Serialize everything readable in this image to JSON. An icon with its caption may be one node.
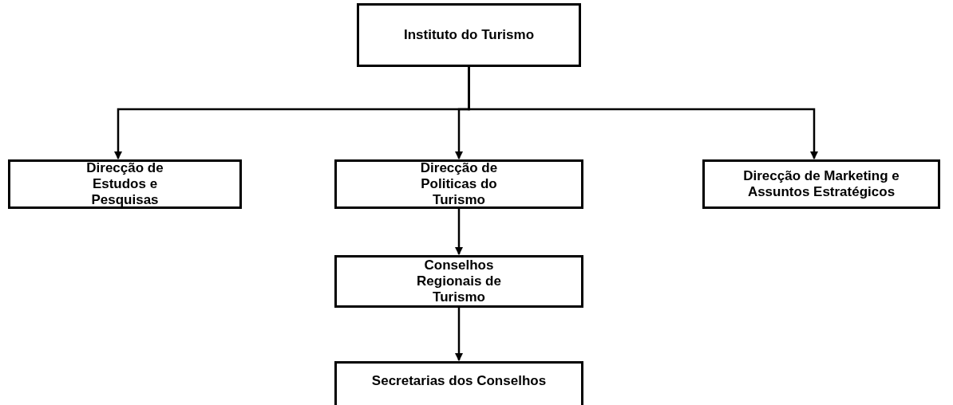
{
  "diagram": {
    "nodes": [
      {
        "text": [
          "Instituto do Turismo"
        ]
      },
      {
        "text": [
          "Direcção de Estudos e Pesquisas"
        ]
      },
      {
        "text": [
          "Direcção de Politicas do Turismo"
        ]
      },
      {
        "text": [
          "Direcção de Marketing e Assuntos Estratégicos"
        ]
      },
      {
        "text": [
          "Conselhos Regionais de Turismo"
        ]
      },
      {
        "text": [
          "Secretarias dos Conselhos"
        ]
      }
    ],
    "edges": [
      {
        "from": 0,
        "to": 1,
        "arrow": "to"
      },
      {
        "from": 0,
        "to": 2,
        "arrow": "to"
      },
      {
        "from": 0,
        "to": 3,
        "arrow": "to"
      },
      {
        "from": 2,
        "to": 4,
        "arrow": "to"
      },
      {
        "from": 4,
        "to": 5,
        "arrow": "to"
      }
    ]
  }
}
